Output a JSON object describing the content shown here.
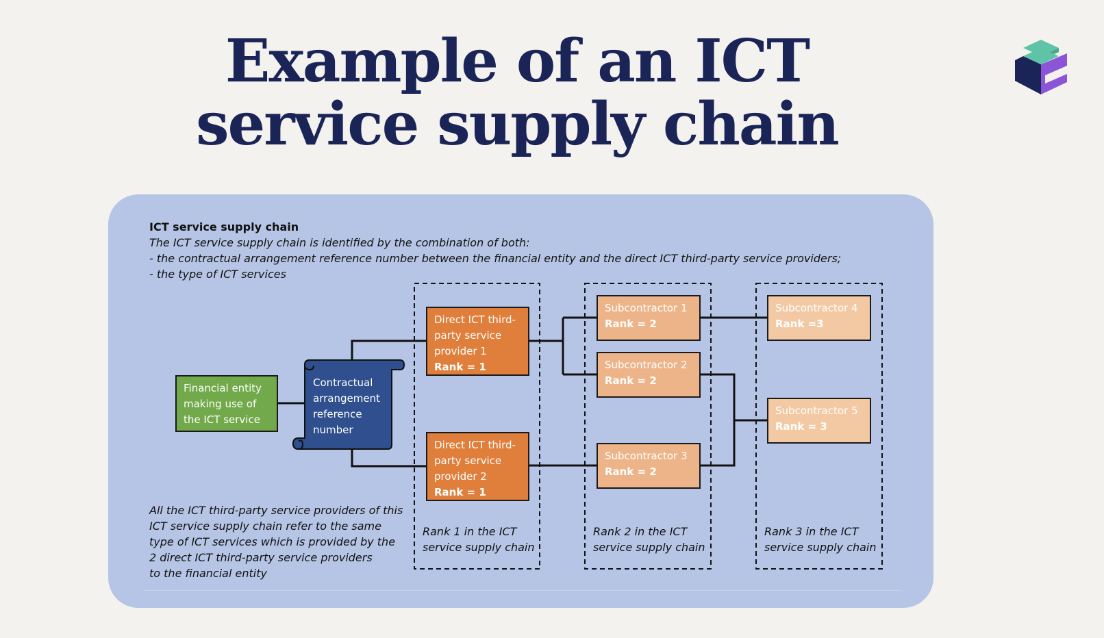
{
  "page": {
    "title_line1": "Example of an ICT",
    "title_line2": "service supply chain",
    "logo_icon": "stacked-cube-logo-icon"
  },
  "intro": {
    "heading": "ICT service supply chain",
    "line1": "The ICT service supply chain is identified by the combination of both:",
    "line2": "- the contractual arrangement reference number between the financial entity and the direct ICT third-party service providers;",
    "line3": "- the type of ICT services"
  },
  "note": {
    "line1": "All the ICT third-party service providers of this",
    "line2": "ICT service supply chain refer to the same",
    "line3": "type of ICT services which is provided by the",
    "line4": "2 direct ICT third-party service providers",
    "line5": "to the financial entity"
  },
  "nodes": {
    "financial_entity": [
      "Financial entity",
      "making use of",
      "the ICT service"
    ],
    "contract": [
      "Contractual",
      "arrangement",
      "reference",
      "number"
    ],
    "direct1": {
      "lines": [
        "Direct ICT third-",
        "party service",
        "provider 1"
      ],
      "rank": "Rank = 1"
    },
    "direct2": {
      "lines": [
        "Direct ICT third-",
        "party service",
        "provider 2"
      ],
      "rank": "Rank = 1"
    },
    "sub1": {
      "name": "Subcontractor 1",
      "rank": "Rank = 2"
    },
    "sub2": {
      "name": "Subcontractor 2",
      "rank": "Rank = 2"
    },
    "sub3": {
      "name": "Subcontractor 3",
      "rank": "Rank = 2"
    },
    "sub4": {
      "name": "Subcontractor 4",
      "rank": "Rank =3"
    },
    "sub5": {
      "name": "Subcontractor 5",
      "rank": "Rank = 3"
    }
  },
  "rank_captions": {
    "rank1": [
      "Rank 1 in the ICT",
      "service supply chain"
    ],
    "rank2": [
      "Rank 2 in the ICT",
      "service supply chain"
    ],
    "rank3": [
      "Rank 3 in the ICT",
      "service supply chain"
    ]
  },
  "colors": {
    "title": "#1b2456",
    "panel": "#b6c5e5",
    "financial_entity": "#71a94b",
    "contract": "#2f4f8f",
    "rank1": "#e07f3c",
    "rank2": "#edb48a",
    "rank3": "#f3c9a4"
  }
}
